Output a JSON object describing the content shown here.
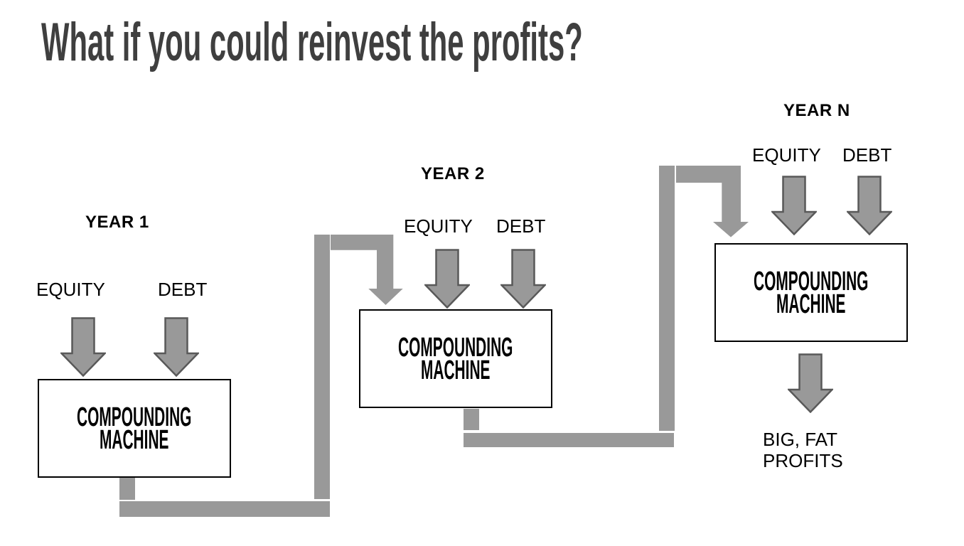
{
  "title": "What if you could reinvest the profits?",
  "colors": {
    "background": "#ffffff",
    "title_text": "#3f3f3f",
    "label_text": "#000000",
    "pipe_gray": "#999999",
    "arrow_fill": "#999999",
    "arrow_border": "#595959",
    "box_fill": "#ffffff",
    "box_border": "#000000"
  },
  "stages": [
    {
      "year_label": "YEAR 1",
      "equity_label": "EQUITY",
      "debt_label": "DEBT",
      "machine_label": "COMPOUNDING\nMACHINE"
    },
    {
      "year_label": "YEAR 2",
      "equity_label": "EQUITY",
      "debt_label": "DEBT",
      "machine_label": "COMPOUNDING\nMACHINE"
    },
    {
      "year_label": "YEAR N",
      "equity_label": "EQUITY",
      "debt_label": "DEBT",
      "machine_label": "COMPOUNDING\nMACHINE"
    }
  ],
  "output_label": "BIG, FAT\nPROFITS"
}
